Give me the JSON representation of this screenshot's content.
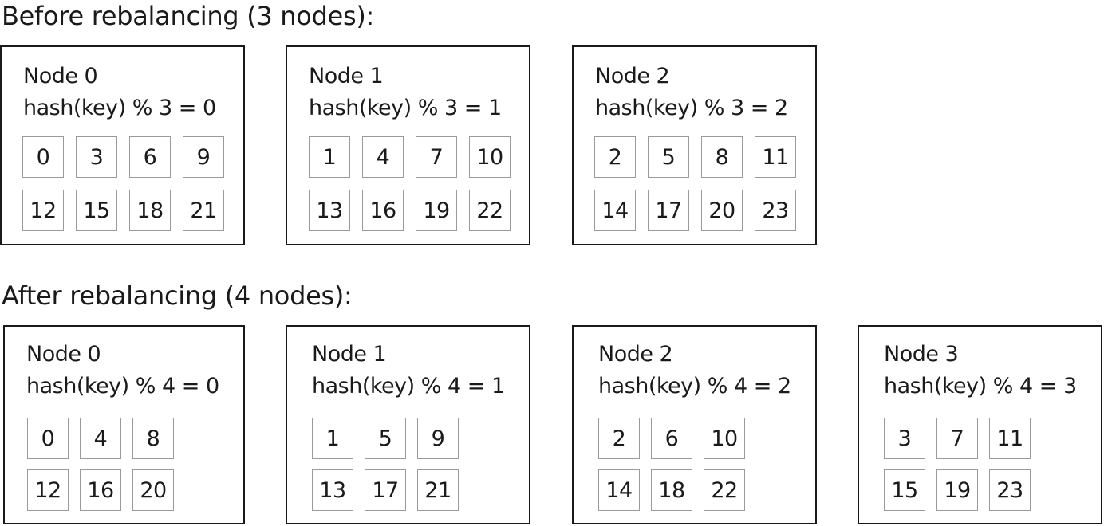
{
  "before": {
    "title": "Before rebalancing (3 nodes):",
    "nodes": [
      {
        "name": "Node 0",
        "rule": "hash(key) % 3 = 0",
        "keys": [
          "0",
          "3",
          "6",
          "9",
          "12",
          "15",
          "18",
          "21"
        ]
      },
      {
        "name": "Node 1",
        "rule": "hash(key) % 3 = 1",
        "keys": [
          "1",
          "4",
          "7",
          "10",
          "13",
          "16",
          "19",
          "22"
        ]
      },
      {
        "name": "Node 2",
        "rule": "hash(key) % 3 = 2",
        "keys": [
          "2",
          "5",
          "8",
          "11",
          "14",
          "17",
          "20",
          "23"
        ]
      }
    ]
  },
  "after": {
    "title": "After rebalancing (4 nodes):",
    "nodes": [
      {
        "name": "Node 0",
        "rule": "hash(key) % 4 = 0",
        "keys": [
          "0",
          "4",
          "8",
          "12",
          "16",
          "20"
        ]
      },
      {
        "name": "Node 1",
        "rule": "hash(key) % 4 = 1",
        "keys": [
          "1",
          "5",
          "9",
          "13",
          "17",
          "21"
        ]
      },
      {
        "name": "Node 2",
        "rule": "hash(key) % 4 = 2",
        "keys": [
          "2",
          "6",
          "10",
          "14",
          "18",
          "22"
        ]
      },
      {
        "name": "Node 3",
        "rule": "hash(key) % 4 = 3",
        "keys": [
          "3",
          "7",
          "11",
          "15",
          "19",
          "23"
        ]
      }
    ]
  }
}
